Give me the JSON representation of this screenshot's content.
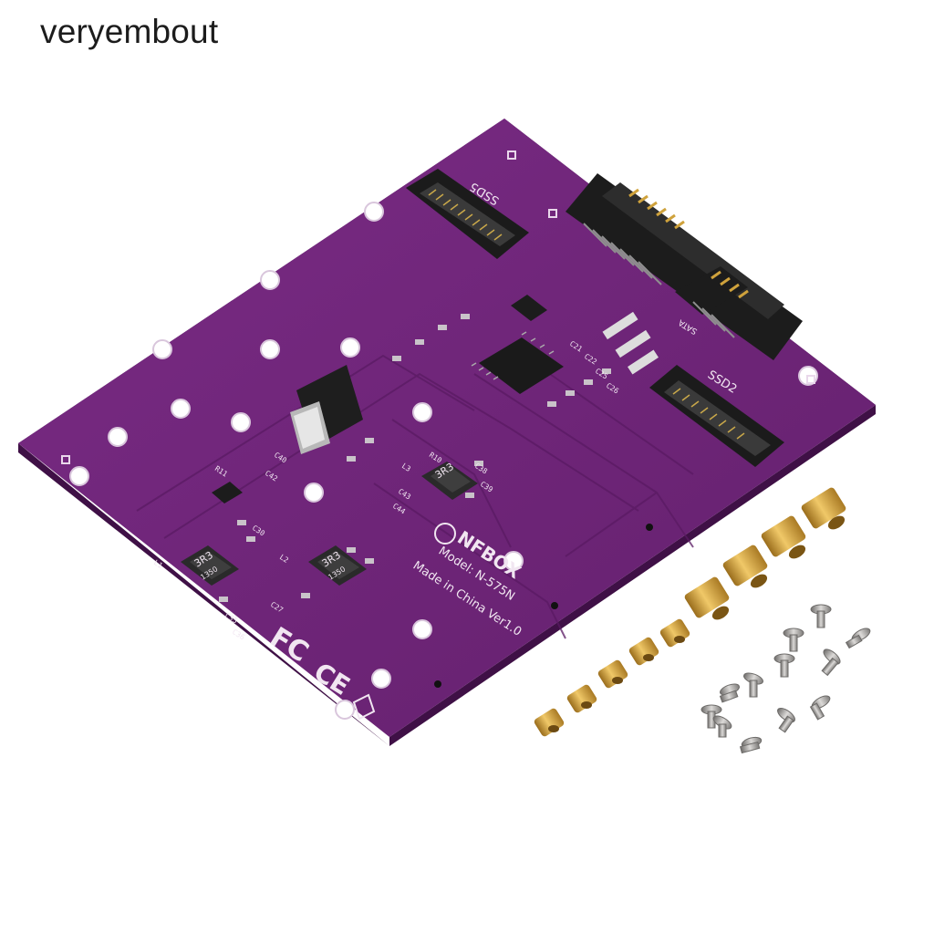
{
  "watermark": {
    "text": "veryembout"
  },
  "board": {
    "color": "#6d2677",
    "edge_color": "#3f1046",
    "connectors": {
      "top_m2_label": "SSD5",
      "right_m2_label": "SSD2",
      "sata_label": "SATA"
    },
    "logo_text": "NFBOX",
    "model_text": "Model: N-575N",
    "made_in_text": "Made in China Ver1.0",
    "inductor_marking": "3R3",
    "inductor_code": "1350",
    "cert_marks": {
      "fcc": "FC",
      "ce": "CE"
    },
    "component_labels": [
      "C38",
      "C39",
      "C40",
      "C42",
      "C43",
      "C44",
      "C35",
      "C36",
      "R10",
      "R11",
      "C21",
      "C22",
      "C25",
      "C26",
      "C27",
      "C30",
      "L1",
      "L2",
      "L3"
    ]
  },
  "hardware": {
    "standoff_color": "#c99a37",
    "insert_color": "#b8862c",
    "screw_color": "#9c9a98"
  }
}
